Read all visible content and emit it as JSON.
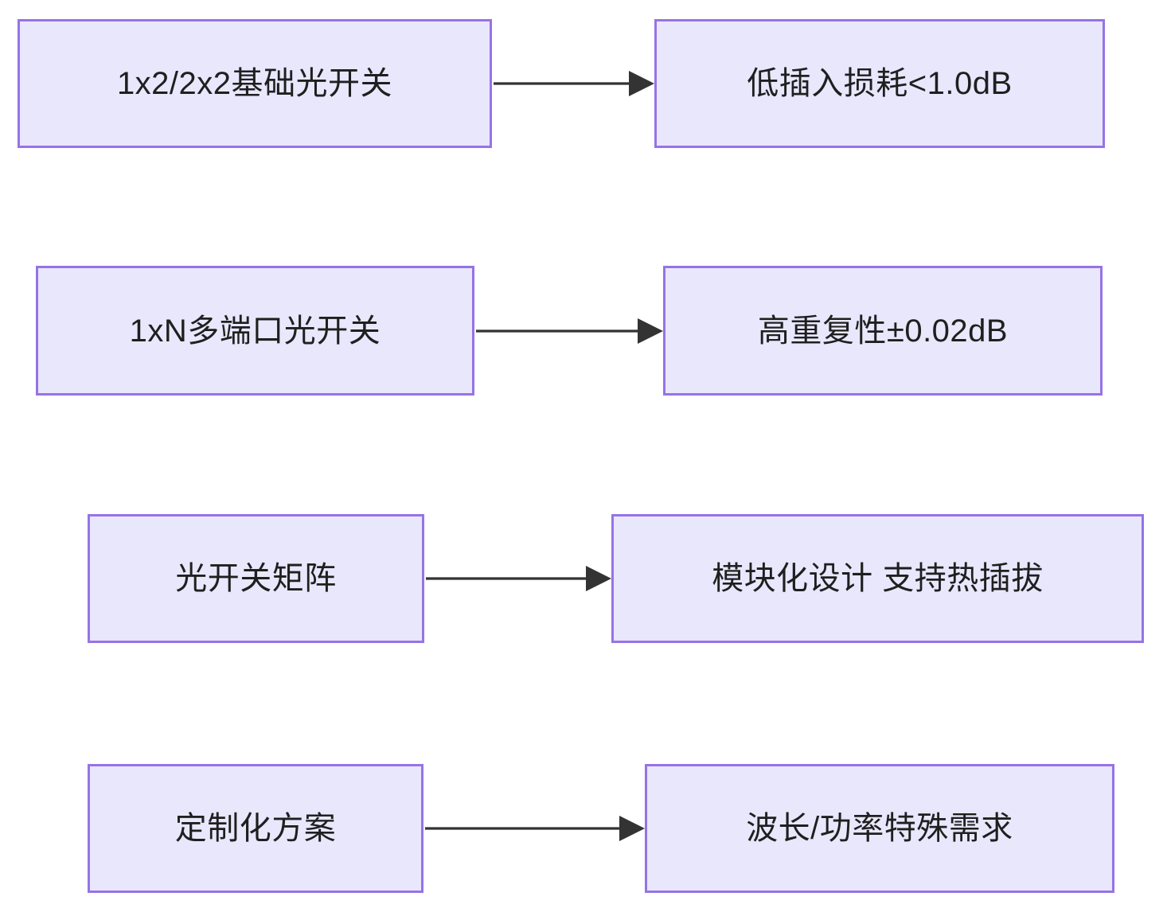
{
  "diagram": {
    "type": "flowchart",
    "direction": "left-to-right",
    "background_color": "#ffffff",
    "node_fill_color": "#e9e7fc",
    "node_border_color": "#9673e6",
    "edge_color": "#333333",
    "text_color": "#1f1f1f",
    "rows": [
      {
        "source": "1x2/2x2基础光开关",
        "target": "低插入损耗<1.0dB"
      },
      {
        "source": "1xN多端口光开关",
        "target": "高重复性±0.02dB"
      },
      {
        "source": "光开关矩阵",
        "target": "模块化设计 支持热插拔"
      },
      {
        "source": "定制化方案",
        "target": "波长/功率特殊需求"
      }
    ]
  }
}
